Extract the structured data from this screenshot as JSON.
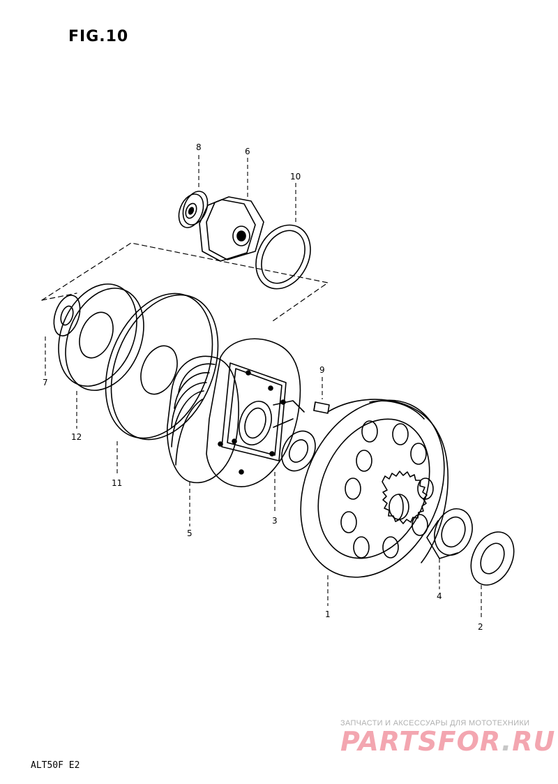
{
  "figure": {
    "title": "FIG.10",
    "footer_code": "ALT50F E2"
  },
  "callouts": [
    {
      "id": "1",
      "label": "1"
    },
    {
      "id": "2",
      "label": "2"
    },
    {
      "id": "3",
      "label": "3"
    },
    {
      "id": "4",
      "label": "4"
    },
    {
      "id": "5",
      "label": "5"
    },
    {
      "id": "6",
      "label": "6"
    },
    {
      "id": "7",
      "label": "7"
    },
    {
      "id": "8",
      "label": "8"
    },
    {
      "id": "9",
      "label": "9"
    },
    {
      "id": "10",
      "label": "10"
    },
    {
      "id": "11",
      "label": "11"
    },
    {
      "id": "12",
      "label": "12"
    }
  ],
  "watermark": {
    "tagline": "ЗАПЧАСТИ И АКСЕССУАРЫ ДЛЯ МОТОТЕХНИКИ",
    "brand_left": "PARTSFOR",
    "brand_dot": ".",
    "brand_right": "RU"
  }
}
